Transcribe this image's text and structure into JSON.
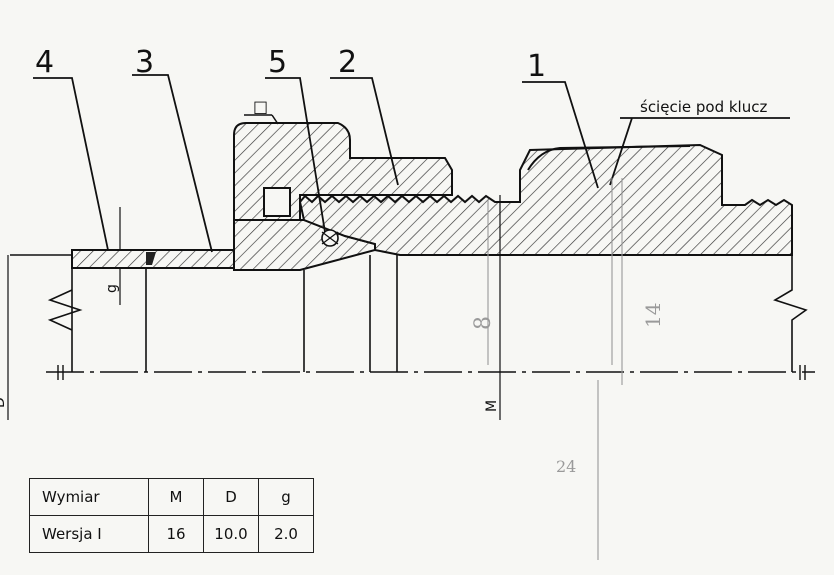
{
  "drawing": {
    "part_labels": [
      "4",
      "3",
      "5",
      "2",
      "1"
    ],
    "annotation": "ścięcie pod klucz",
    "symbol": "□",
    "dim_labels": {
      "g": "g",
      "M": "M",
      "D": "D"
    },
    "pencil_notes": [
      "8",
      "14",
      "24"
    ]
  },
  "table": {
    "headers": [
      "Wymiar",
      "M",
      "D",
      "g"
    ],
    "rows": [
      [
        "Wersja I",
        "16",
        "10.0",
        "2.0"
      ]
    ]
  }
}
